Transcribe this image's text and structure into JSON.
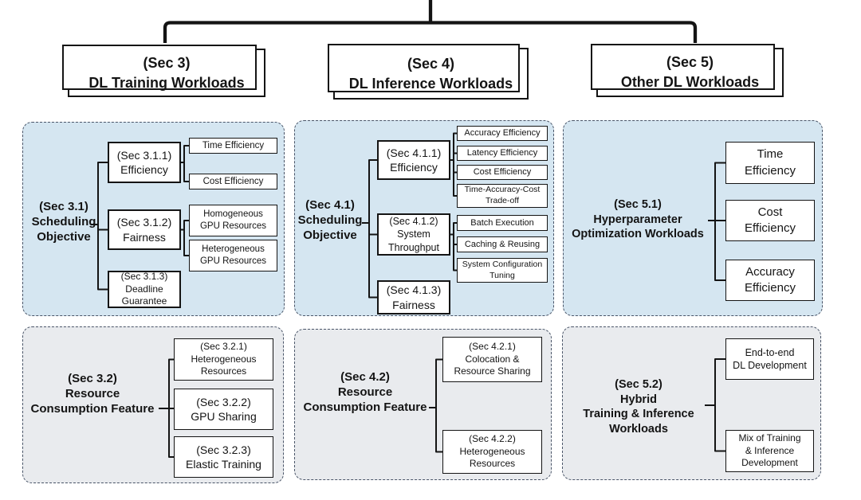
{
  "headers": [
    {
      "text": "(Sec 3)\nDL Training Workloads"
    },
    {
      "text": "(Sec 4)\nDL Inference Workloads"
    },
    {
      "text": "(Sec 5)\nOther DL Workloads"
    }
  ],
  "panels": {
    "sec31": {
      "label": "(Sec 3.1)\nScheduling\nObjective",
      "sections": [
        {
          "text": "(Sec 3.1.1)\nEfficiency"
        },
        {
          "text": "(Sec 3.1.2)\nFairness"
        },
        {
          "text": "(Sec 3.1.3)\nDeadline\nGuarantee"
        }
      ],
      "leaves": [
        {
          "text": "Time Efficiency"
        },
        {
          "text": "Cost Efficiency"
        },
        {
          "text": "Homogeneous\nGPU Resources"
        },
        {
          "text": "Heterogeneous\nGPU Resources"
        }
      ]
    },
    "sec41": {
      "label": "(Sec 4.1)\nScheduling\nObjective",
      "sections": [
        {
          "text": "(Sec 4.1.1)\nEfficiency"
        },
        {
          "text": "(Sec 4.1.2)\nSystem\nThroughput"
        },
        {
          "text": "(Sec 4.1.3)\nFairness"
        }
      ],
      "leaves": [
        {
          "text": "Accuracy Efficiency"
        },
        {
          "text": "Latency Efficiency"
        },
        {
          "text": "Cost Efficiency"
        },
        {
          "text": "Time-Accuracy-Cost\nTrade-off"
        },
        {
          "text": "Batch Execution"
        },
        {
          "text": "Caching & Reusing"
        },
        {
          "text": "System Configuration\nTuning"
        }
      ]
    },
    "sec51": {
      "label": "(Sec 5.1)\nHyperparameter\nOptimization Workloads",
      "leaves": [
        {
          "text": "Time\nEfficiency"
        },
        {
          "text": "Cost\nEfficiency"
        },
        {
          "text": "Accuracy\nEfficiency"
        }
      ]
    },
    "sec32": {
      "label": "(Sec 3.2)\nResource\nConsumption Feature",
      "leaves": [
        {
          "text": "(Sec 3.2.1)\nHeterogeneous\nResources"
        },
        {
          "text": "(Sec 3.2.2)\nGPU Sharing"
        },
        {
          "text": "(Sec 3.2.3)\nElastic Training"
        }
      ]
    },
    "sec42": {
      "label": "(Sec 4.2)\nResource\nConsumption Feature",
      "leaves": [
        {
          "text": "(Sec 4.2.1)\nColocation &\nResource Sharing"
        },
        {
          "text": "(Sec 4.2.2)\nHeterogeneous\nResources"
        }
      ]
    },
    "sec52": {
      "label": "(Sec 5.2)\nHybrid\nTraining & Inference\nWorkloads",
      "leaves": [
        {
          "text": "End-to-end\nDL Development"
        },
        {
          "text": "Mix of Training\n& Inference\nDevelopment"
        }
      ]
    }
  },
  "colors": {
    "panel_blue": "#d5e6f1",
    "panel_gray": "#e9ebee",
    "dash": "#4a5568",
    "line": "#141414"
  }
}
